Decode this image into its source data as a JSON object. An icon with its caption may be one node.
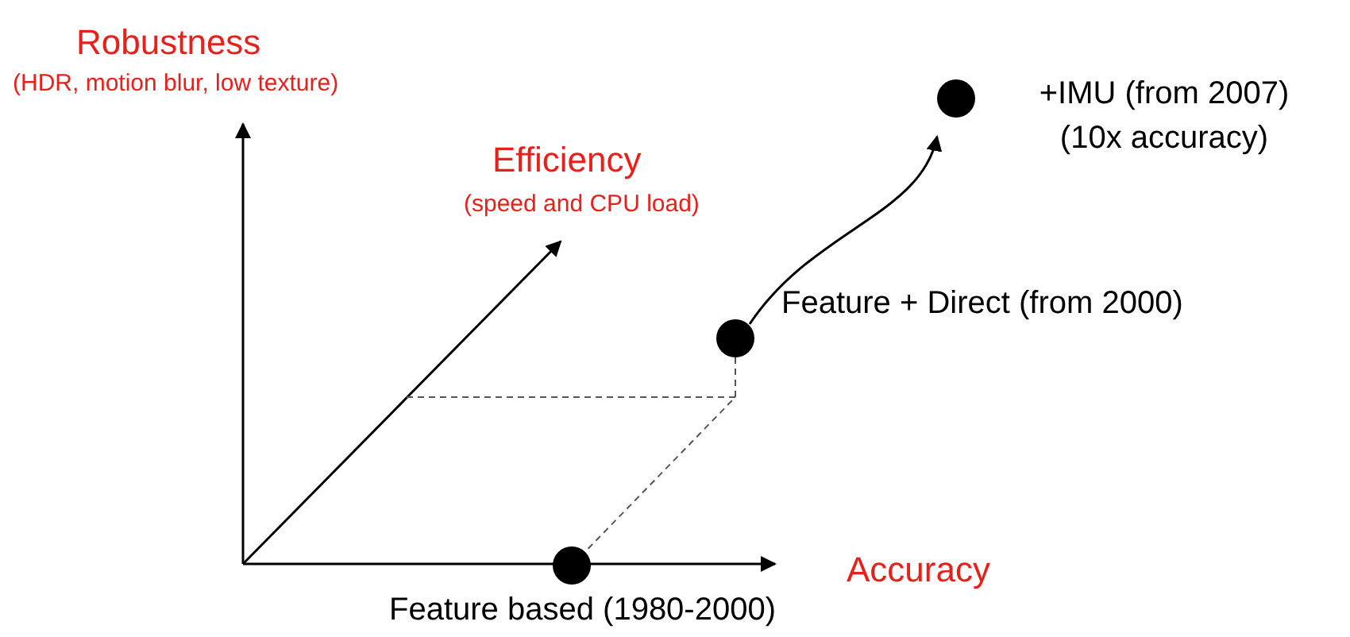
{
  "diagram": {
    "nodes": [
      {
        "text": [],
        "shape": "circle",
        "beside": [
          "Feature based (1980-2000)"
        ]
      },
      {
        "text": [],
        "shape": "circle",
        "beside": [
          "Feature + Direct (from 2000)"
        ]
      },
      {
        "text": [],
        "shape": "circle",
        "beside": [
          "+IMU (from 2007)",
          "(10x accuracy)"
        ]
      }
    ],
    "edges": [
      {
        "from": 1,
        "to": 2,
        "arrow": "to"
      },
      {
        "from": 1,
        "to": 0,
        "arrow": "none",
        "style": "dashed"
      }
    ],
    "labels": [
      "Robustness",
      "(HDR, motion blur, low texture)",
      "Efficiency",
      "(speed and CPU load)",
      "Accuracy"
    ]
  }
}
